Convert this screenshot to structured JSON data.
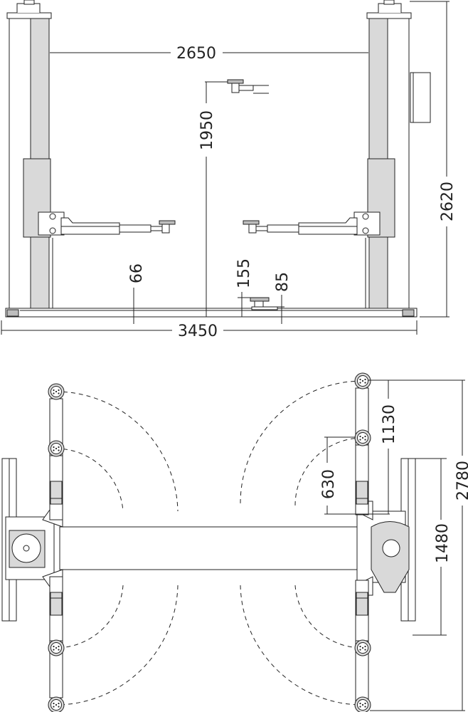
{
  "dimensions": {
    "column_inner_width": "2650",
    "lift_height": "1950",
    "total_height": "2620",
    "min_pad_height": "155",
    "adapter_height": "85",
    "base_plate_height": "66",
    "total_width": "3450",
    "arm_reach_long": "1130",
    "arm_reach_short": "630",
    "total_depth": "2780",
    "base_depth": "1480"
  },
  "colors": {
    "line": "#222222",
    "column_fill": "#d9d9d9",
    "background": "#ffffff"
  }
}
